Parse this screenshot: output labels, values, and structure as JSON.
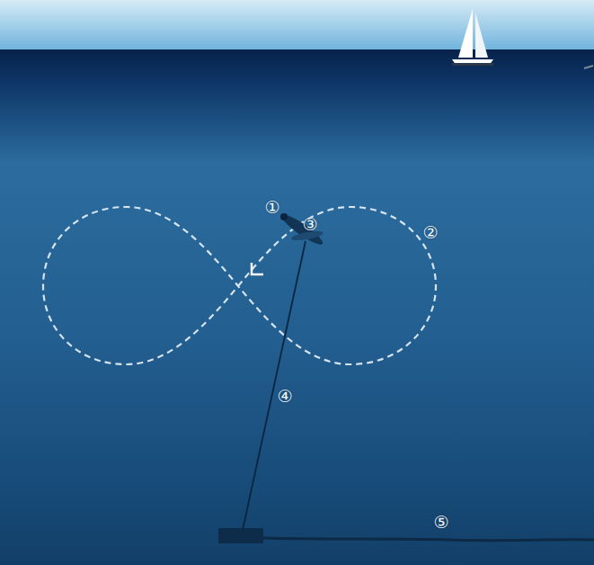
{
  "diagram": {
    "labels": [
      "①",
      "②",
      "③",
      "④",
      "⑤"
    ]
  }
}
